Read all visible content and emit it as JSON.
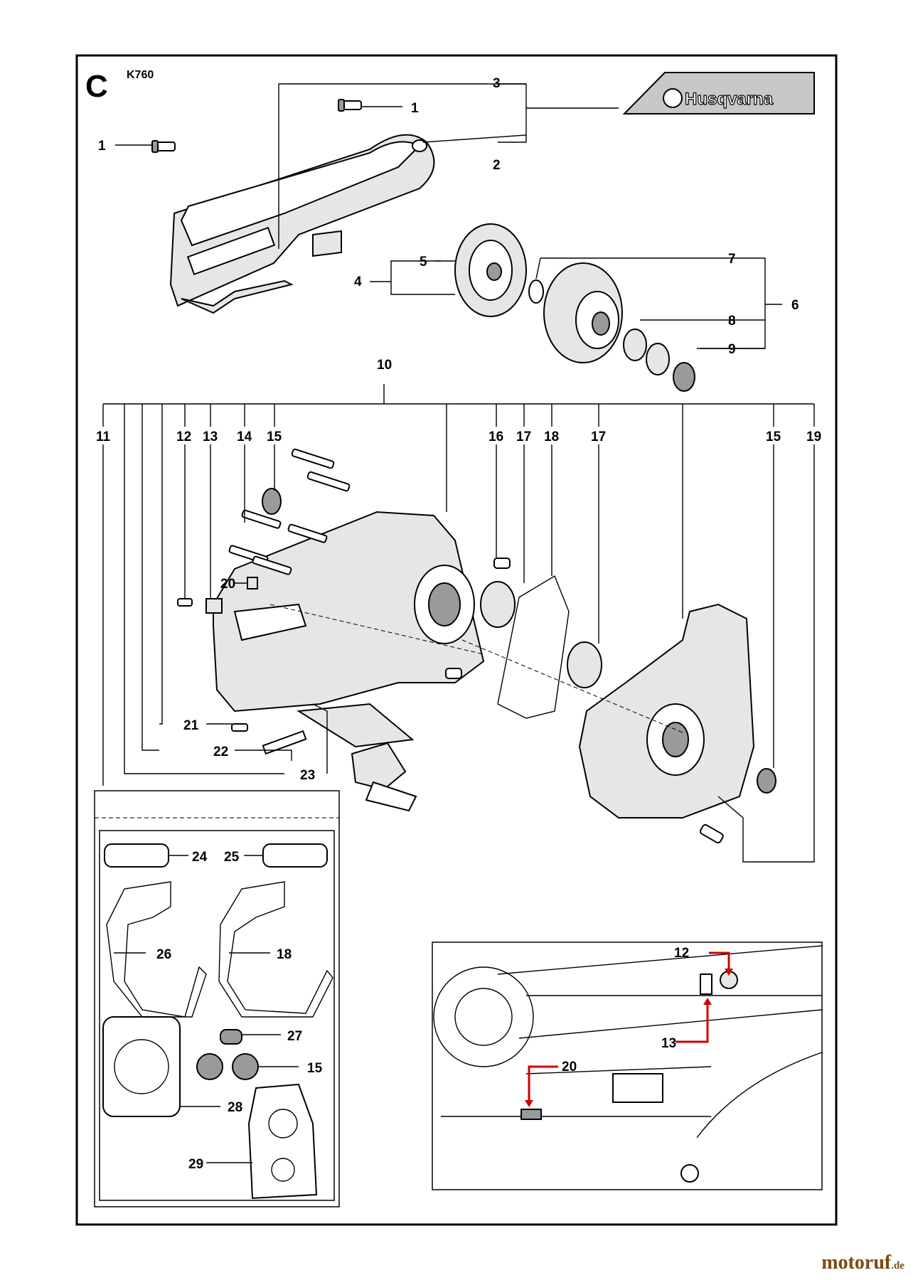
{
  "section_letter": "C",
  "model": "K760",
  "brand": "Husqvarna",
  "callouts": {
    "c1a": "1",
    "c1b": "1",
    "c2": "2",
    "c3": "3",
    "c4": "4",
    "c5": "5",
    "c6": "6",
    "c7": "7",
    "c8": "8",
    "c9": "9",
    "c10": "10",
    "c11": "11",
    "c12": "12",
    "c13": "13",
    "c14": "14",
    "c15a": "15",
    "c16": "16",
    "c17a": "17",
    "c18": "18",
    "c17b": "17",
    "c15b": "15",
    "c19": "19",
    "c20": "20",
    "c21": "21",
    "c22": "22",
    "c23": "23",
    "c24": "24",
    "c25": "25",
    "c26": "26",
    "c18b": "18",
    "c27": "27",
    "c15c": "15",
    "c28": "28",
    "c29": "29",
    "i12": "12",
    "i13": "13",
    "i20": "20"
  },
  "watermark": {
    "main": "motoruf",
    "tld": ".de"
  }
}
